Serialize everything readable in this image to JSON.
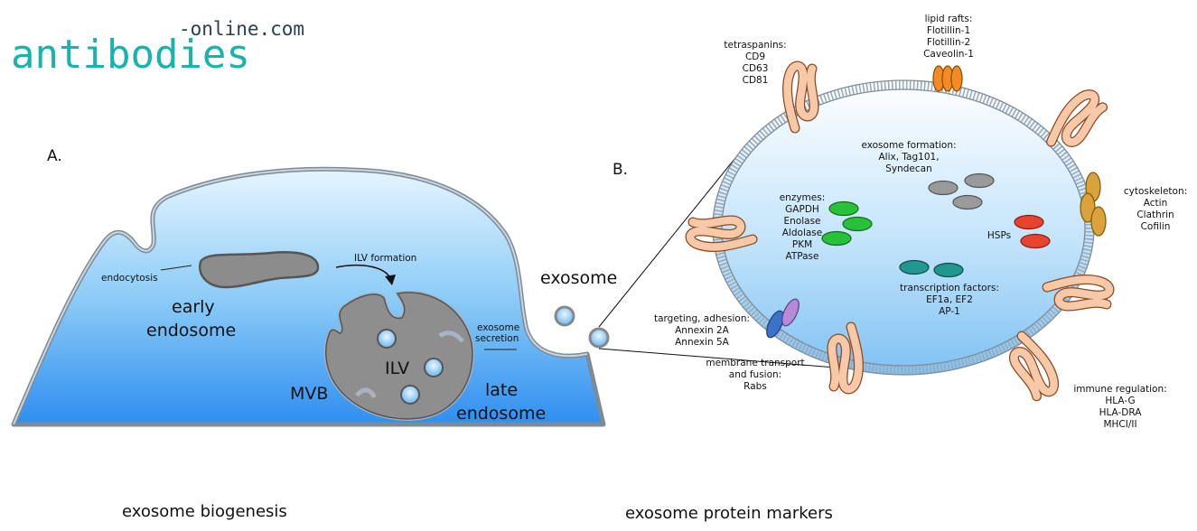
{
  "logo": {
    "main": "antibodies",
    "sub": "-online.com"
  },
  "panel_a": {
    "label": "A.",
    "endocytosis": "endocytosis",
    "early_endosome": [
      "early",
      "endosome"
    ],
    "ilv_formation": "ILV formation",
    "exosome_secretion": [
      "exosome",
      "secretion"
    ],
    "ilv": "ILV",
    "mvb": "MVB",
    "late_endosome": [
      "late",
      "endosome"
    ],
    "exosome": "exosome",
    "caption": "exosome biogenesis"
  },
  "panel_b": {
    "label": "B.",
    "caption": "exosome protein markers",
    "tetraspanins": [
      "tetraspanins:",
      "CD9",
      "CD63",
      "CD81"
    ],
    "lipid_rafts": [
      "lipid rafts:",
      "Flotillin-1",
      "Flotillin-2",
      "Caveolin-1"
    ],
    "exosome_formation": [
      "exosome formation:",
      "Alix, Tag101,",
      "Syndecan"
    ],
    "cytoskeleton": [
      "cytoskeleton:",
      "Actin",
      "Clathrin",
      "Cofilin"
    ],
    "enzymes": [
      "enzymes:",
      "GAPDH",
      "Enolase",
      "Aldolase",
      "PKM",
      "ATPase"
    ],
    "hsps": "HSPs",
    "transcription_factors": [
      "transcription factors:",
      "EF1a, EF2",
      "AP-1"
    ],
    "targeting": [
      "targeting, adhesion:",
      "Annexin 2A",
      "Annexin 5A"
    ],
    "membrane_transport": [
      "membrane transport",
      "and fusion:",
      "Rabs"
    ],
    "immune_regulation": [
      "immune regulation:",
      "HLA-G",
      "HLA-DRA",
      "MHCI/II"
    ]
  },
  "colors": {
    "cytoplasm_top": "#e6f5ff",
    "cytoplasm_bottom": "#2f8ef0",
    "membrane": "#a7b4c0",
    "endosome_fill": "#8c8c8c",
    "enzyme_green": "#27c13a",
    "hsp_red": "#e8432e",
    "tf_teal": "#22978f",
    "formation_grey": "#9a9a9a",
    "raft_orange": "#f08c22",
    "cytoskeleton_gold": "#d9a23a",
    "tetraspanin_peach": "#f8c9a8",
    "annexin_blue": "#3a73c9",
    "annexin_violet": "#b58ad6",
    "logo_teal": "#19b3ad"
  }
}
